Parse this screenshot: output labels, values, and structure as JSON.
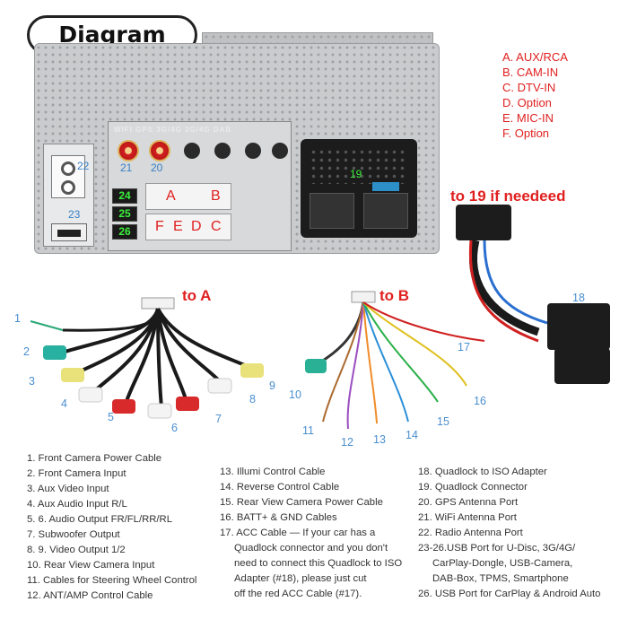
{
  "title": "Diagram",
  "legend": [
    "A. AUX/RCA",
    "B. CAM-IN",
    "C. DTV-IN",
    "D. Option",
    "E. MIC-IN",
    "F. Option"
  ],
  "unit_labels": {
    "port_names": "WIFI  GPS  3G/4G  3G/4G  DAB",
    "n22": "22",
    "n23": "23",
    "n21": "21",
    "n20": "20",
    "n19": "19",
    "n24": "24",
    "n25": "25",
    "n26": "26",
    "conn_a": "A",
    "conn_b": "B",
    "conn_f": "F",
    "conn_e": "E",
    "conn_d": "D",
    "conn_c": "C"
  },
  "callouts": {
    "to19": "to 19 if needeed",
    "toA": "to A",
    "toB": "to B"
  },
  "cable_numbers": {
    "n1": "1",
    "n2": "2",
    "n3": "3",
    "n4": "4",
    "n5": "5",
    "n6": "6",
    "n7": "7",
    "n8": "8",
    "n9": "9",
    "n10": "10",
    "n11": "11",
    "n12": "12",
    "n13": "13",
    "n14": "14",
    "n15": "15",
    "n16": "16",
    "n17": "17",
    "n18": "18"
  },
  "descriptions": {
    "col1": [
      "1. Front Camera Power Cable",
      "2. Front Camera Input",
      "3. Aux Video Input",
      "4. Aux Audio Input R/L",
      "5. 6. Audio Output FR/FL/RR/RL",
      "7. Subwoofer Output",
      "8. 9. Video Output 1/2",
      "10. Rear View Camera Input",
      "11. Cables for Steering Wheel Control",
      "12. ANT/AMP Control Cable"
    ],
    "col2": [
      "13. Illumi Control Cable",
      "14. Reverse Control Cable",
      "15. Rear View Camera Power Cable",
      "16. BATT+ & GND Cables",
      "17. ACC Cable — If your car has a",
      "Quadlock connector and you don't",
      "need to connect this Quadlock to ISO",
      "Adapter (#18), please just cut",
      "off the red ACC Cable (#17)."
    ],
    "col3": [
      "18. Quadlock to ISO Adapter",
      "19. Quadlock Connector",
      "20. GPS Antenna Port",
      "21. WiFi Antenna Port",
      "22. Radio Antenna Port",
      "23-26.USB Port for U-Disc, 3G/4G/",
      "CarPlay-Dongle, USB-Camera,",
      "DAB-Box, TPMS, Smartphone",
      "26. USB Port  for CarPlay &  Android Auto"
    ]
  }
}
